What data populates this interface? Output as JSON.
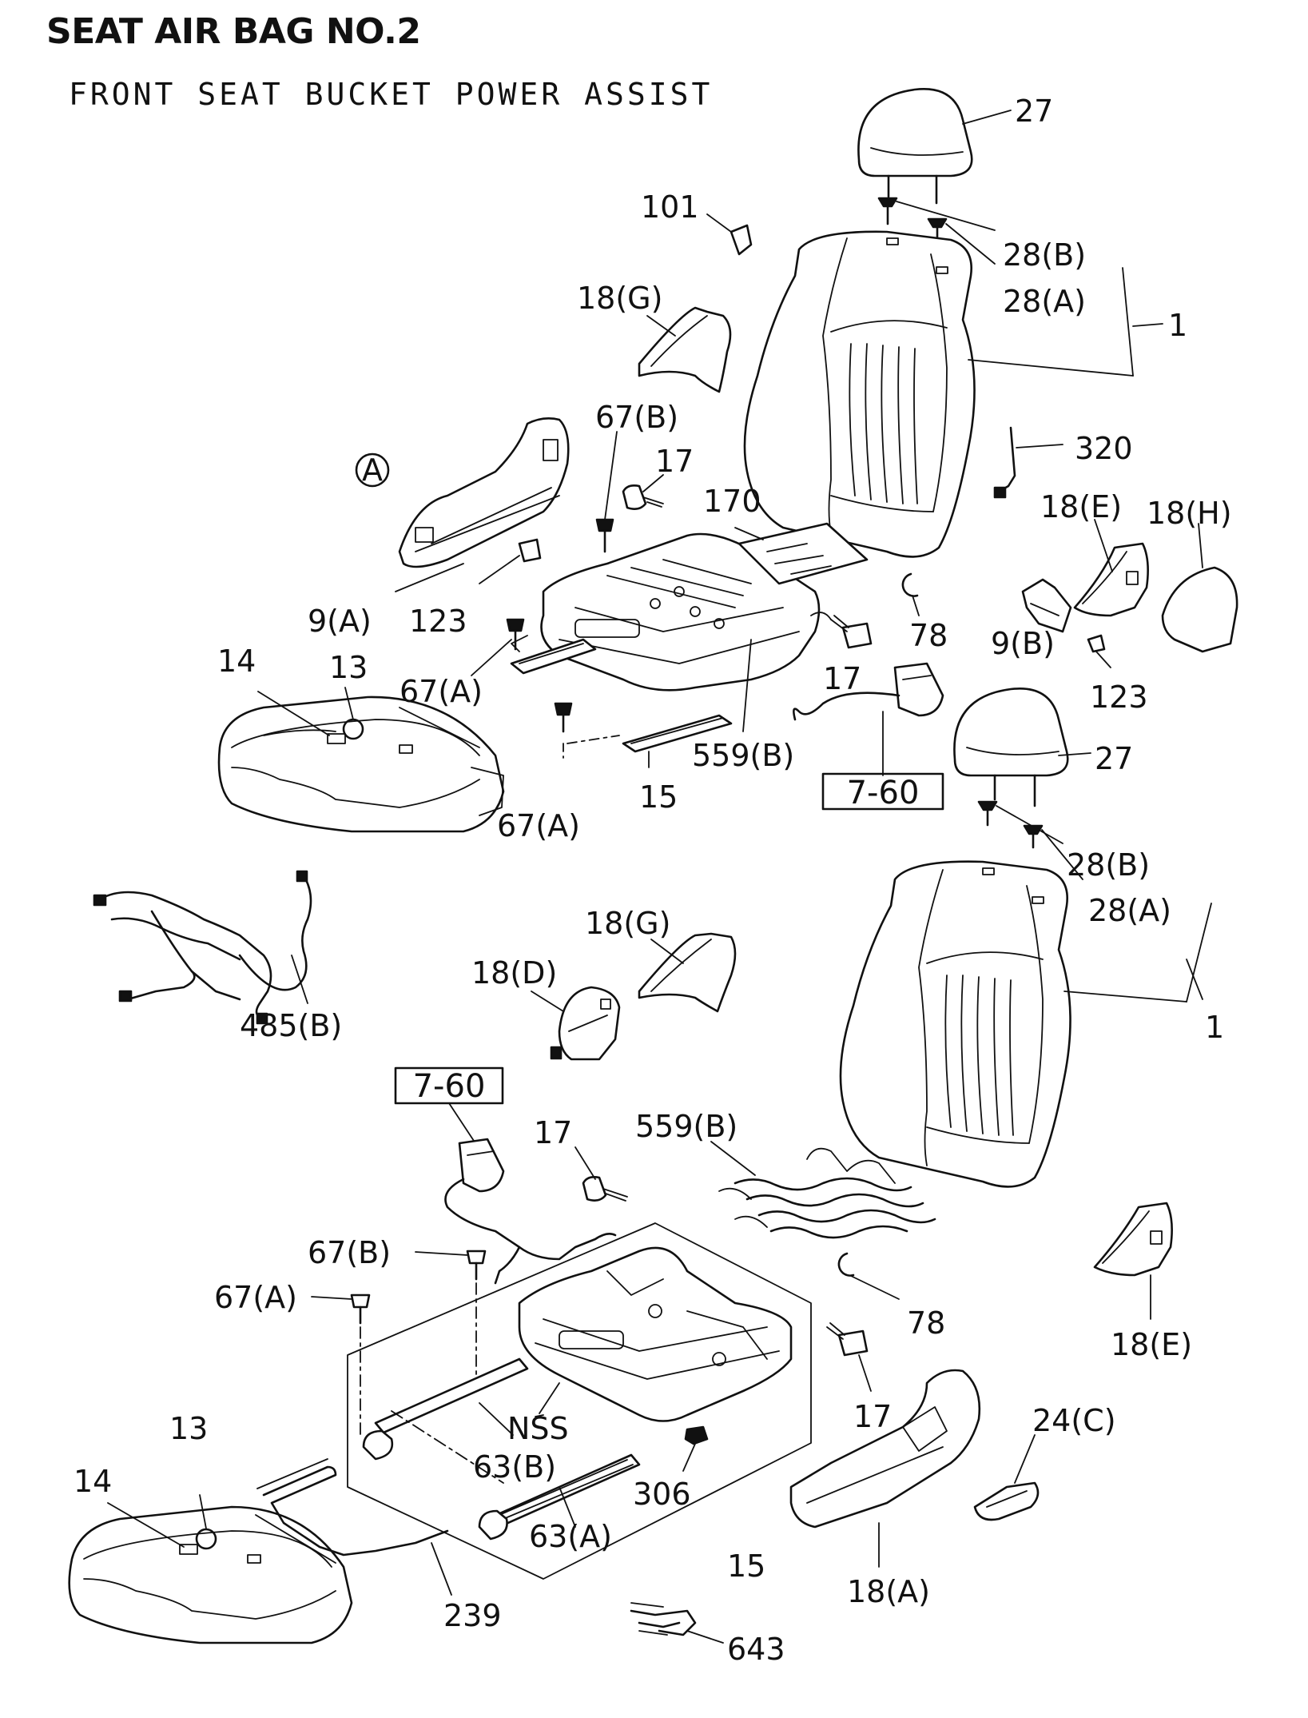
{
  "header": {
    "title": "SEAT AIR BAG NO.2",
    "subtitle": "FRONT SEAT BUCKET POWER ASSIST"
  },
  "callouts": {
    "circle_a": "A",
    "ref_box_upper": "7-60",
    "ref_box_lower": "7-60"
  },
  "labels": {
    "p27_top": "27",
    "p101": "101",
    "p28b_top": "28(B)",
    "p28a_top": "28(A)",
    "p1_top": "1",
    "p18g_top": "18(G)",
    "p67b_top": "67(B)",
    "p17_top": "17",
    "p170": "170",
    "p320": "320",
    "p18e_top": "18(E)",
    "p18h": "18(H)",
    "p9a": "9(A)",
    "p123_left": "123",
    "p78_top": "78",
    "p9b": "9(B)",
    "p14_top": "14",
    "p13_top": "13",
    "p67a_mid": "67(A)",
    "p17_mid": "17",
    "p123_right": "123",
    "p27_mid": "27",
    "p559b_top": "559(B)",
    "p15_top": "15",
    "p67a_low": "67(A)",
    "p28b_mid": "28(B)",
    "p28a_mid": "28(A)",
    "p18g_mid": "18(G)",
    "p18d": "18(D)",
    "p1_mid": "1",
    "p485b": "485(B)",
    "p17_low": "17",
    "p559b_low": "559(B)",
    "p67b_low": "67(B)",
    "p67a_bot": "67(A)",
    "p78_low": "78",
    "p18e_low": "18(E)",
    "pnss": "NSS",
    "p13_low": "13",
    "p63b": "63(B)",
    "p17_bot": "17",
    "p24c": "24(C)",
    "p14_low": "14",
    "p306": "306",
    "p63a": "63(A)",
    "p15_low": "15",
    "p18a": "18(A)",
    "p239": "239",
    "p643": "643"
  }
}
